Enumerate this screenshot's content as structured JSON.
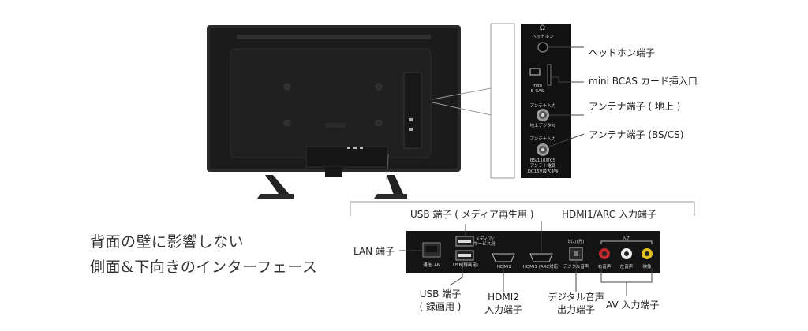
{
  "side_panel": {
    "headphone_tiny": "ヘッドホン",
    "minibcas_tiny_1": "mini",
    "minibcas_tiny_2": "B-CAS",
    "antenna_in_tiny_1": "アンテナ入力",
    "antenna_ground_tiny": "地上デジタル",
    "antenna_in_tiny_2": "アンテナ入力",
    "bscs_tiny_1": "BS/110度CS",
    "bscs_tiny_2": "アンテナ電源",
    "bscs_tiny_3": "DC15V最大4W"
  },
  "side_labels": {
    "headphone": "ヘッドホン端子",
    "minibcas": "mini BCAS カード挿入口",
    "antenna_ground": "アンテナ端子 ( 地上 )",
    "antenna_bscs": "アンテナ端子 (BS/CS)"
  },
  "bottom_panel": {
    "lan_tiny": "通信LAN",
    "usb_rec_tiny": "USB(録画用)",
    "usb_media_tiny_1": "メディア/",
    "usb_media_tiny_2": "サービス用",
    "hdmi2_tiny": "HDMI2",
    "hdmi1_tiny": "HDMI1 (ARC対応)",
    "optical_top_tiny": "出力(光)",
    "optical_tiny": "デジタル音声",
    "av_top_tiny": "入力",
    "av_r_tiny": "右音声",
    "av_l_tiny": "左音声",
    "av_v_tiny": "映像"
  },
  "bottom_labels": {
    "usb_media": "USB 端子 ( メディア再生用 )",
    "hdmi1": "HDMI1/ARC 入力端子",
    "lan": "LAN 端子",
    "usb_rec_1": "USB 端子",
    "usb_rec_2": "( 録画用 )",
    "hdmi2_1": "HDMI2",
    "hdmi2_2": "入力端子",
    "optical_1": "デジタル音声",
    "optical_2": "出力端子",
    "av": "AV 入力端子"
  },
  "tagline": {
    "line1": "背面の壁に影響しない",
    "line2": "側面&下向きのインターフェース"
  },
  "colors": {
    "tv_body": "#1a1a1a",
    "panel": "#151515",
    "callout_line": "#888888",
    "av_red": "#c0282c",
    "av_white": "#eeeeee",
    "av_yellow": "#e0c020"
  }
}
